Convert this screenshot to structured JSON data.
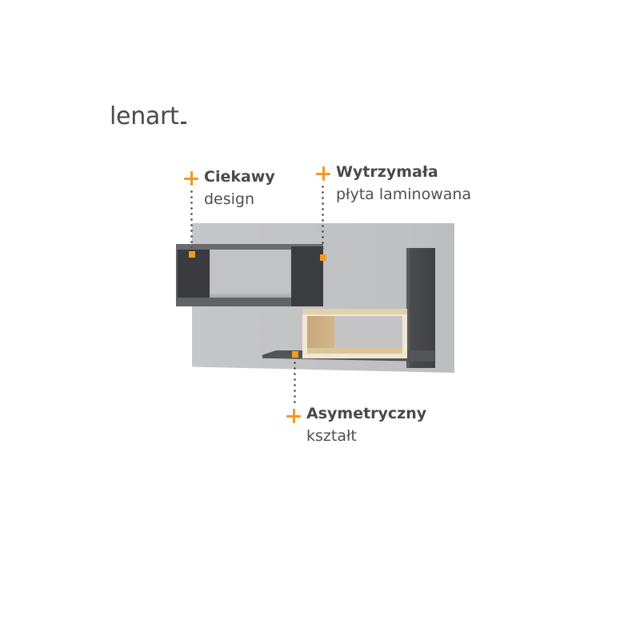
{
  "brand": {
    "logo_text": "lenart",
    "accent_color": "#f39a1e",
    "text_color": "#4a4a4c"
  },
  "callouts": [
    {
      "title": "Ciekawy",
      "subtitle": "design"
    },
    {
      "title": "Wytrzymała",
      "subtitle": "płyta laminowana"
    },
    {
      "title": "Asymetryczny",
      "subtitle": "kształt"
    }
  ],
  "product": {
    "description": "Wall shelf unit: grey backboard, anthracite open box, oak-finish box, anthracite side panel and shelf",
    "colors": {
      "backboard": "#c3c4c6",
      "anthracite": "#3b3c3f",
      "oak": "#d3b78b",
      "oak_edge": "#f1e7d2"
    }
  },
  "icons": {
    "plus": "plus-icon",
    "marker": "square-marker"
  }
}
